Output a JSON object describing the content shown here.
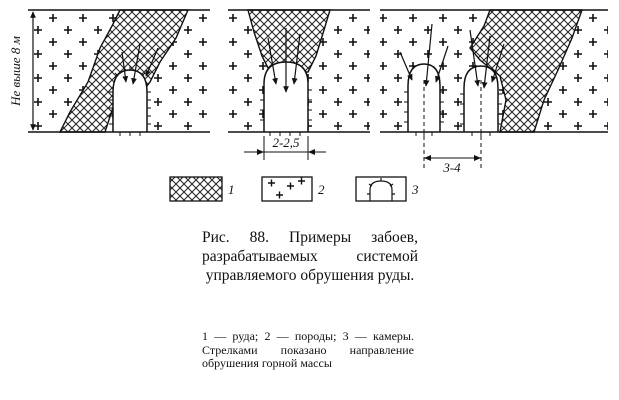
{
  "figure": {
    "height_label": "Не выше 8 м",
    "dim_left": "2-2,5",
    "dim_right": "3-4",
    "legend": [
      {
        "num": "1",
        "meaning": "руда",
        "pattern": "crosshatch"
      },
      {
        "num": "2",
        "meaning": "породы",
        "pattern": "plus"
      },
      {
        "num": "3",
        "meaning": "камеры",
        "pattern": "chamber"
      }
    ]
  },
  "caption": {
    "title": "Рис. 88. Примеры забоев, разрабатываемых системой управляемого обрушения руды.",
    "legend_text": "1 — руда; 2 — породы; 3 — камеры. Стрелками показано направление обрушения горной массы"
  },
  "colors": {
    "ink": "#111111",
    "background": "#ffffff"
  }
}
